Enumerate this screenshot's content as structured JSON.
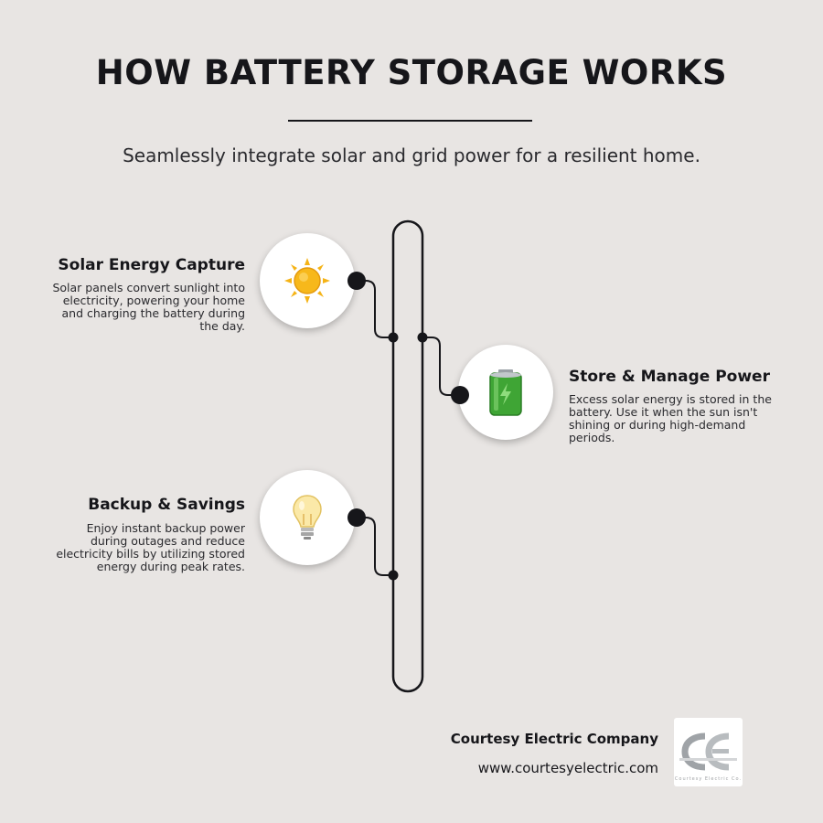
{
  "header": {
    "title": "HOW BATTERY STORAGE WORKS",
    "subtitle": "Seamlessly integrate solar and grid power for a resilient home."
  },
  "steps": [
    {
      "title": "Solar Energy Capture",
      "description": "Solar panels convert sunlight into electricity, powering your home and charging the battery during the day.",
      "icon": "sun-icon"
    },
    {
      "title": "Store & Manage Power",
      "description": "Excess solar energy is stored in the battery. Use it when the sun isn't shining or during high-demand periods.",
      "icon": "battery-icon"
    },
    {
      "title": "Backup & Savings",
      "description": "Enjoy instant backup power during outages and reduce electricity bills by utilizing stored energy during peak rates.",
      "icon": "light-bulb-icon"
    }
  ],
  "footer": {
    "company": "Courtesy Electric Company",
    "website": "www.courtesyelectric.com",
    "logo_icon": "company-logo",
    "logo_text": "Courtesy Electric Co."
  },
  "colors": {
    "background": "#e8e5e3",
    "ink": "#16161a",
    "sun": "#f5b316",
    "battery": "#3fa535"
  }
}
